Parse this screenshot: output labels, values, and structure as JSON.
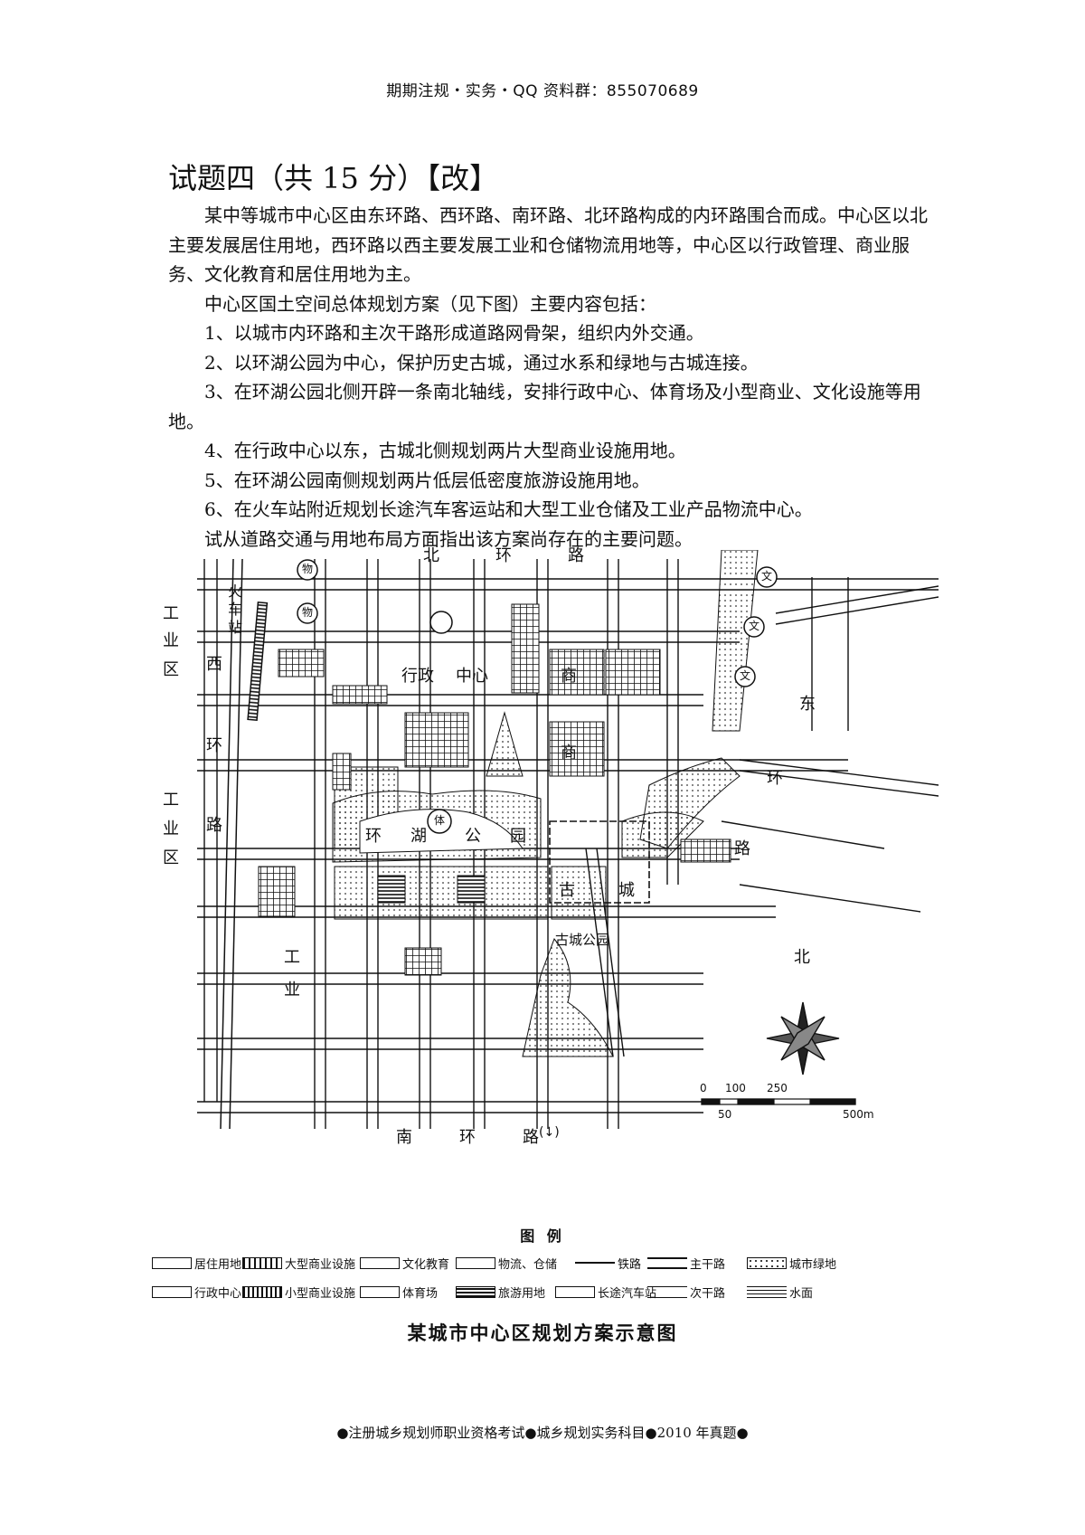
{
  "header": "期期注规・实务・QQ 资料群：855070689",
  "title": "试题四（共 15 分）【改】",
  "intro": "某中等城市中心区由东环路、西环路、南环路、北环路构成的内环路围合而成。中心区以北主要发展居住用地，西环路以西主要发展工业和仓储物流用地等，中心区以行政管理、商业服务、文化教育和居住用地为主。",
  "lead": "中心区国土空间总体规划方案（见下图）主要内容包括：",
  "items": [
    "1、以城市内环路和主次干路形成道路网骨架，组织内外交通。",
    "2、以环湖公园为中心，保护历史古城，通过水系和绿地与古城连接。",
    "3、在环湖公园北侧开辟一条南北轴线，安排行政中心、体育场及小型商业、文化设施等用地。",
    "4、在行政中心以东，古城北侧规划两片大型商业设施用地。",
    "5、在环湖公园南侧规划两片低层低密度旅游设施用地。",
    "6、在火车站附近规划长途汽车客运站和大型工业仓储及工业产品物流中心。"
  ],
  "question": "试从道路交通与用地布局方面指出该方案尚存在的主要问题。",
  "map": {
    "north_ring": [
      "北",
      "环",
      "路"
    ],
    "south_ring": [
      "南",
      "环",
      "路"
    ],
    "south_mark": "(↓)",
    "west_ring": [
      "西",
      "环",
      "路"
    ],
    "east_ring": [
      "东",
      "环",
      "路"
    ],
    "industry_top": [
      "工",
      "业",
      "区"
    ],
    "industry_mid": [
      "工",
      "业",
      "区"
    ],
    "industry_south": [
      "工",
      "业"
    ],
    "station": [
      "火",
      "车",
      "站"
    ],
    "admin": [
      "行政",
      "中心"
    ],
    "commerce": [
      "商",
      "商"
    ],
    "lake_park": [
      "环",
      "湖",
      "公",
      "园"
    ],
    "old_city": [
      "古",
      "城"
    ],
    "old_city_park": "古城公园",
    "circle_wen": "文",
    "circle_wu": "物",
    "circle_ti": "体",
    "north": "北",
    "scale_ticks": [
      "0",
      "100",
      "250"
    ],
    "scale_ticks2": [
      "50",
      "500m"
    ]
  },
  "legend": {
    "title": "图  例",
    "items": [
      "居住用地",
      "大型商业设施",
      "文化教育",
      "物流、仓储",
      "铁路",
      "主干路",
      "城市绿地",
      "行政中心",
      "小型商业设施",
      "体育场",
      "旅游用地",
      "长途汽车站",
      "次干路",
      "水面"
    ]
  },
  "caption": "某城市中心区规划方案示意图",
  "footer": "●注册城乡规划师职业资格考试●城乡规划实务科目●2010 年真题●"
}
